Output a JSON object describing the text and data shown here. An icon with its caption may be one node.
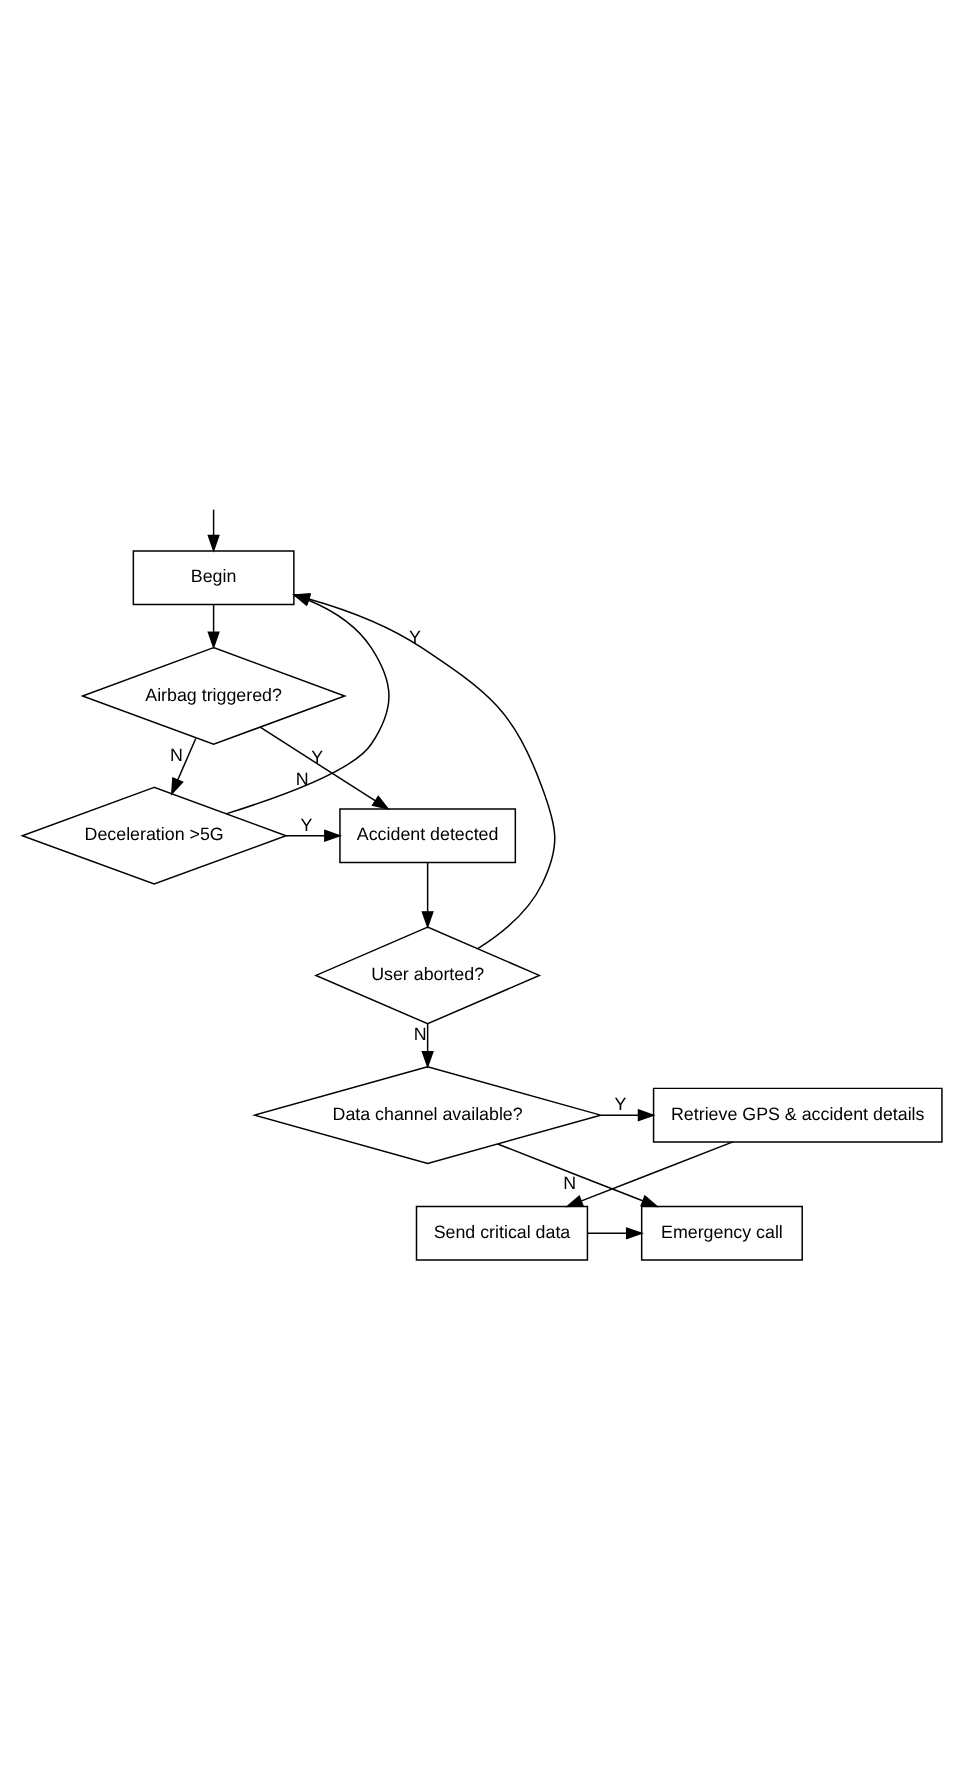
{
  "diagram": {
    "nodes": [
      {
        "text": [
          "Begin"
        ]
      },
      {
        "text": [
          "Airbag triggered?"
        ]
      },
      {
        "text": [
          "Deceleration >5G"
        ]
      },
      {
        "text": [
          "Accident detected"
        ]
      },
      {
        "text": [
          "User aborted?"
        ]
      },
      {
        "text": [
          "Data channel available?"
        ]
      },
      {
        "text": [
          "Retrieve GPS & accident details"
        ]
      },
      {
        "text": [
          "Send critical data"
        ]
      },
      {
        "text": [
          "Emergency call"
        ]
      }
    ],
    "edges": [
      {
        "from": null,
        "to": 0,
        "arrow": "to"
      },
      {
        "from": 0,
        "to": 1,
        "arrow": "to"
      },
      {
        "from": 1,
        "to": 3,
        "arrow": "to",
        "label": "Y"
      },
      {
        "from": 1,
        "to": 2,
        "arrow": "to",
        "label": "N"
      },
      {
        "from": 2,
        "to": 3,
        "arrow": "to",
        "label": "Y"
      },
      {
        "from": 2,
        "to": 0,
        "arrow": "to",
        "label": "N"
      },
      {
        "from": 3,
        "to": 4,
        "arrow": "to"
      },
      {
        "from": 4,
        "to": 0,
        "arrow": "to",
        "label": "Y"
      },
      {
        "from": 4,
        "to": 5,
        "arrow": "to",
        "label": "N"
      },
      {
        "from": 5,
        "to": 6,
        "arrow": "to",
        "label": "Y"
      },
      {
        "from": 5,
        "to": 8,
        "arrow": "to",
        "label": "N"
      },
      {
        "from": 6,
        "to": 7,
        "arrow": "to"
      },
      {
        "from": 7,
        "to": 8,
        "arrow": "to"
      }
    ]
  }
}
